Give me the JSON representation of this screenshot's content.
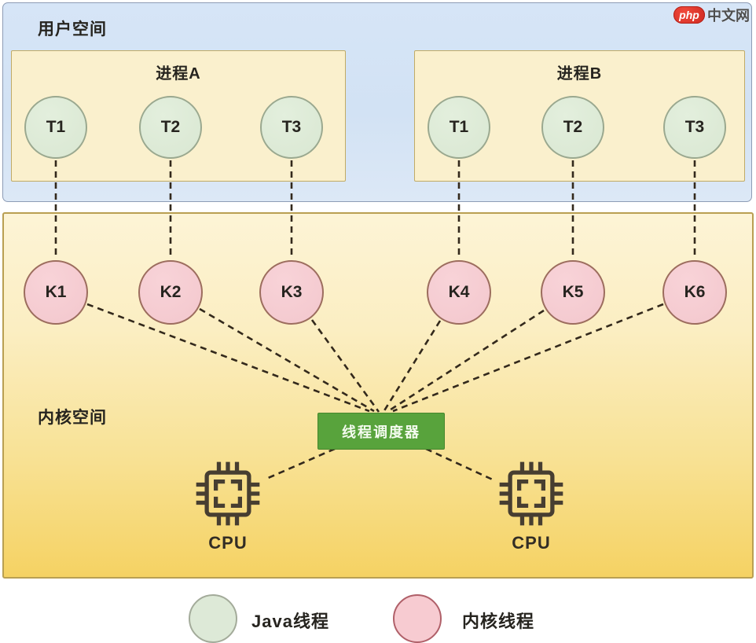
{
  "logo": {
    "php": "php",
    "site": "中文网"
  },
  "user_space": {
    "label": "用户空间",
    "process_a": {
      "title": "进程A",
      "threads": [
        "T1",
        "T2",
        "T3"
      ]
    },
    "process_b": {
      "title": "进程B",
      "threads": [
        "T1",
        "T2",
        "T3"
      ]
    }
  },
  "kernel_space": {
    "label": "内核空间",
    "kernel_threads": [
      "K1",
      "K2",
      "K3",
      "K4",
      "K5",
      "K6"
    ],
    "scheduler_label": "线程调度器",
    "cpu_labels": [
      "CPU",
      "CPU"
    ]
  },
  "legend": {
    "java_thread": "Java线程",
    "kernel_thread": "内核线程"
  },
  "colors": {
    "user_space_bg": "#d4e3f5",
    "kernel_space_top": "#fdf4d6",
    "kernel_space_bottom": "#f5d263",
    "process_bg": "#faf0cd",
    "java_thread_fill": "#dbe8d4",
    "kernel_thread_fill": "#f5cad0",
    "scheduler_green": "#58a33c",
    "logo_red": "#d93025",
    "connector_dark": "#33291c"
  }
}
